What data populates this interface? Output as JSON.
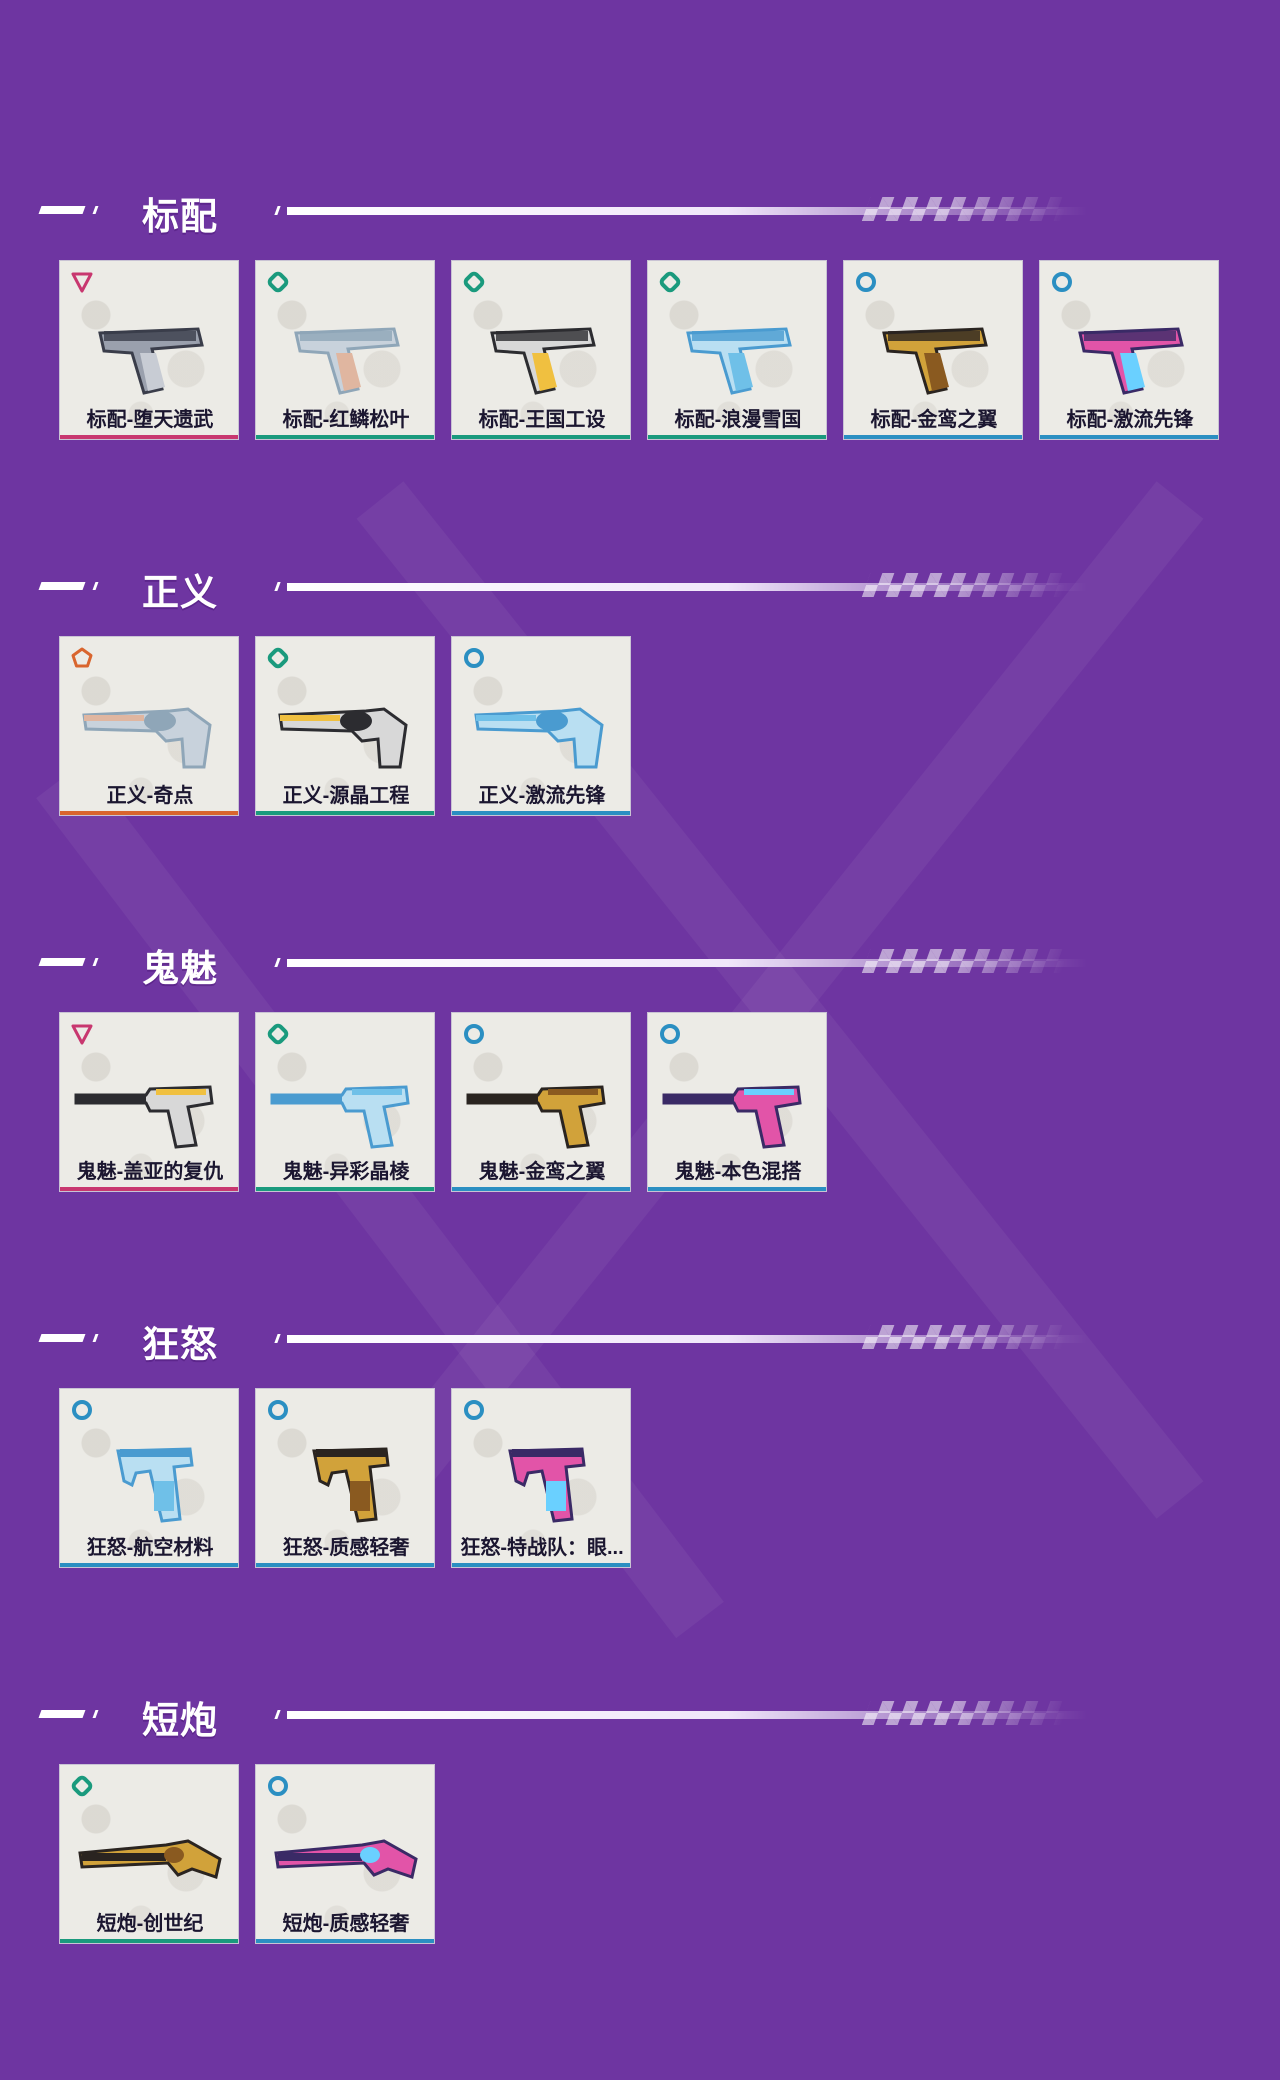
{
  "colors": {
    "background": "#6e35a1",
    "rarity": {
      "exclusive": "#c8376f",
      "premium": "#1a9a7d",
      "deluxe": "#2b8fc2",
      "ultra": "#d9652e"
    }
  },
  "sections": [
    {
      "title": "标配",
      "items": [
        {
          "label": "标配-堕天遗武",
          "rarity": "exclusive",
          "icon": "inverted-triangle-icon",
          "gun": "pistol-classic"
        },
        {
          "label": "标配-红鳞松叶",
          "rarity": "premium",
          "icon": "rounded-diamond-icon",
          "gun": "pistol-classic"
        },
        {
          "label": "标配-王国工设",
          "rarity": "premium",
          "icon": "rounded-diamond-icon",
          "gun": "pistol-classic"
        },
        {
          "label": "标配-浪漫雪国",
          "rarity": "premium",
          "icon": "rounded-diamond-icon",
          "gun": "pistol-classic"
        },
        {
          "label": "标配-金鸾之翼",
          "rarity": "deluxe",
          "icon": "ring-icon",
          "gun": "pistol-classic"
        },
        {
          "label": "标配-激流先锋",
          "rarity": "deluxe",
          "icon": "ring-icon",
          "gun": "pistol-classic"
        }
      ]
    },
    {
      "title": "正义",
      "items": [
        {
          "label": "正义-奇点",
          "rarity": "ultra",
          "icon": "pentagon-icon",
          "gun": "revolver"
        },
        {
          "label": "正义-源晶工程",
          "rarity": "premium",
          "icon": "rounded-diamond-icon",
          "gun": "revolver"
        },
        {
          "label": "正义-激流先锋",
          "rarity": "deluxe",
          "icon": "ring-icon",
          "gun": "revolver"
        }
      ]
    },
    {
      "title": "鬼魅",
      "items": [
        {
          "label": "鬼魅-盖亚的复仇",
          "rarity": "exclusive",
          "icon": "inverted-triangle-icon",
          "gun": "ghost"
        },
        {
          "label": "鬼魅-异彩晶棱",
          "rarity": "premium",
          "icon": "rounded-diamond-icon",
          "gun": "ghost"
        },
        {
          "label": "鬼魅-金鸾之翼",
          "rarity": "deluxe",
          "icon": "ring-icon",
          "gun": "ghost"
        },
        {
          "label": "鬼魅-本色混搭",
          "rarity": "deluxe",
          "icon": "ring-icon",
          "gun": "ghost"
        }
      ]
    },
    {
      "title": "狂怒",
      "items": [
        {
          "label": "狂怒-航空材料",
          "rarity": "deluxe",
          "icon": "ring-icon",
          "gun": "frenzy"
        },
        {
          "label": "狂怒-质感轻奢",
          "rarity": "deluxe",
          "icon": "ring-icon",
          "gun": "frenzy"
        },
        {
          "label": "狂怒-特战队：眼...",
          "rarity": "deluxe",
          "icon": "ring-icon",
          "gun": "frenzy"
        }
      ]
    },
    {
      "title": "短炮",
      "items": [
        {
          "label": "短炮-创世纪",
          "rarity": "premium",
          "icon": "rounded-diamond-icon",
          "gun": "shorty"
        },
        {
          "label": "短炮-质感轻奢",
          "rarity": "deluxe",
          "icon": "ring-icon",
          "gun": "shorty"
        }
      ]
    }
  ]
}
